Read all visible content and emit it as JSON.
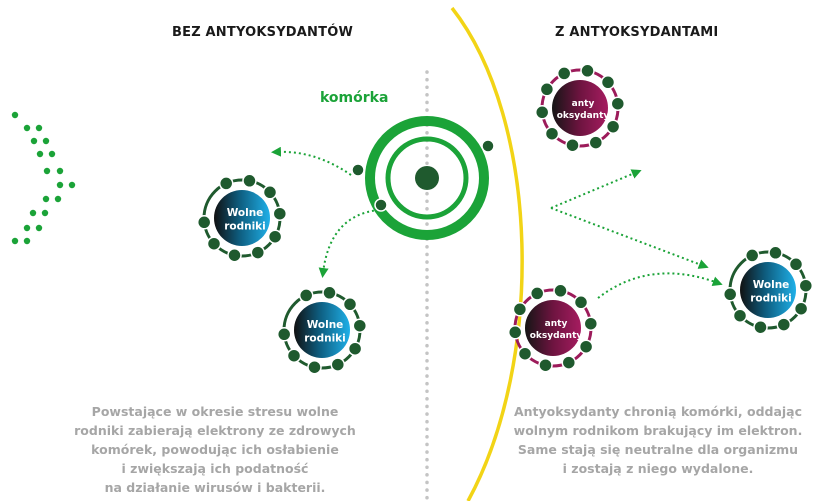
{
  "headings": {
    "left": "BEZ ANTYOKSYDANTÓW",
    "right": "Z ANTYOKSYDANTAMI"
  },
  "cell_label": "komórka",
  "free_radical": {
    "line1": "Wolne",
    "line2": "rodniki"
  },
  "antioxidant": {
    "line1": "anty",
    "line2": "oksydanty"
  },
  "captions": {
    "left": "Powstające w okresie stresu wolne\nrodniki zabierają elektrony ze zdrowych\nkomórek, powodując ich osłabienie\ni zwiększają ich podatność\nna działanie wirusów i bakterii.",
    "right": "Antyoksydanty chronią komórki, oddając\nwolnym rodnikom brakujący im elektron.\nSame stają się neutralne dla organizmu\ni zostają z niego wydalone."
  },
  "colors": {
    "green": "#1ba338",
    "dark_green": "#1f5a2e",
    "yellow": "#f2d416",
    "magenta": "#9c1b5a",
    "blue": "#1aa6e0",
    "grey_text": "#a6a6a6"
  }
}
